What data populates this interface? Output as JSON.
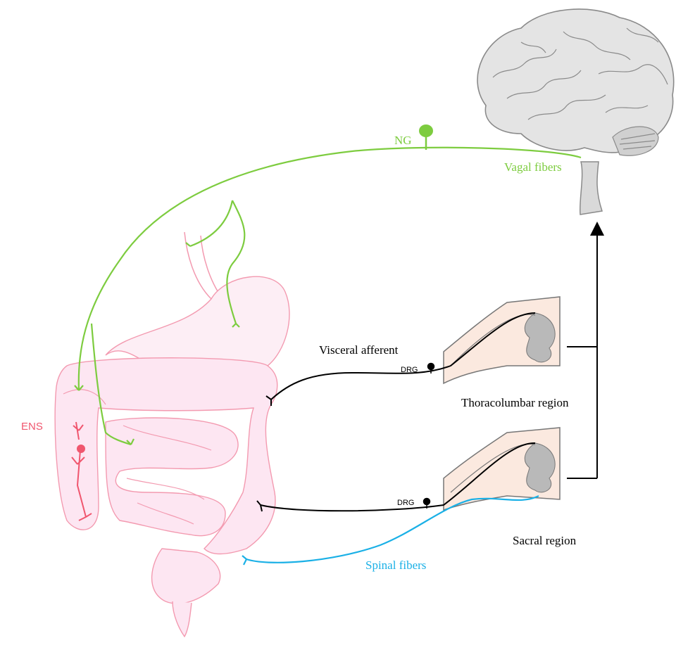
{
  "labels": {
    "ng": "NG",
    "vagal_fibers": "Vagal fibers",
    "visceral_afferent": "Visceral afferent",
    "drg_top": "DRG",
    "drg_bottom": "DRG",
    "thoracolumbar_region": "Thoracolumbar region",
    "sacral_region": "Sacral region",
    "spinal_fibers": "Spinal fibers",
    "ens": "ENS"
  },
  "colors": {
    "vagal": "#7dcc3f",
    "spinal": "#1ab0e6",
    "ens": "#f0566e",
    "gut_fill": "#fde6f2",
    "gut_stroke": "#f39ab0",
    "brain_fill": "#e4e4e4",
    "brain_stroke": "#8a8a8a",
    "afferent": "#000000",
    "cord_white": "#fbe9df",
    "cord_grey": "#b9b9b9"
  },
  "icons": [
    "brain-icon",
    "gut-icon",
    "spinal-cord-section-icon",
    "neuron-soma-icon",
    "up-arrow-icon"
  ]
}
